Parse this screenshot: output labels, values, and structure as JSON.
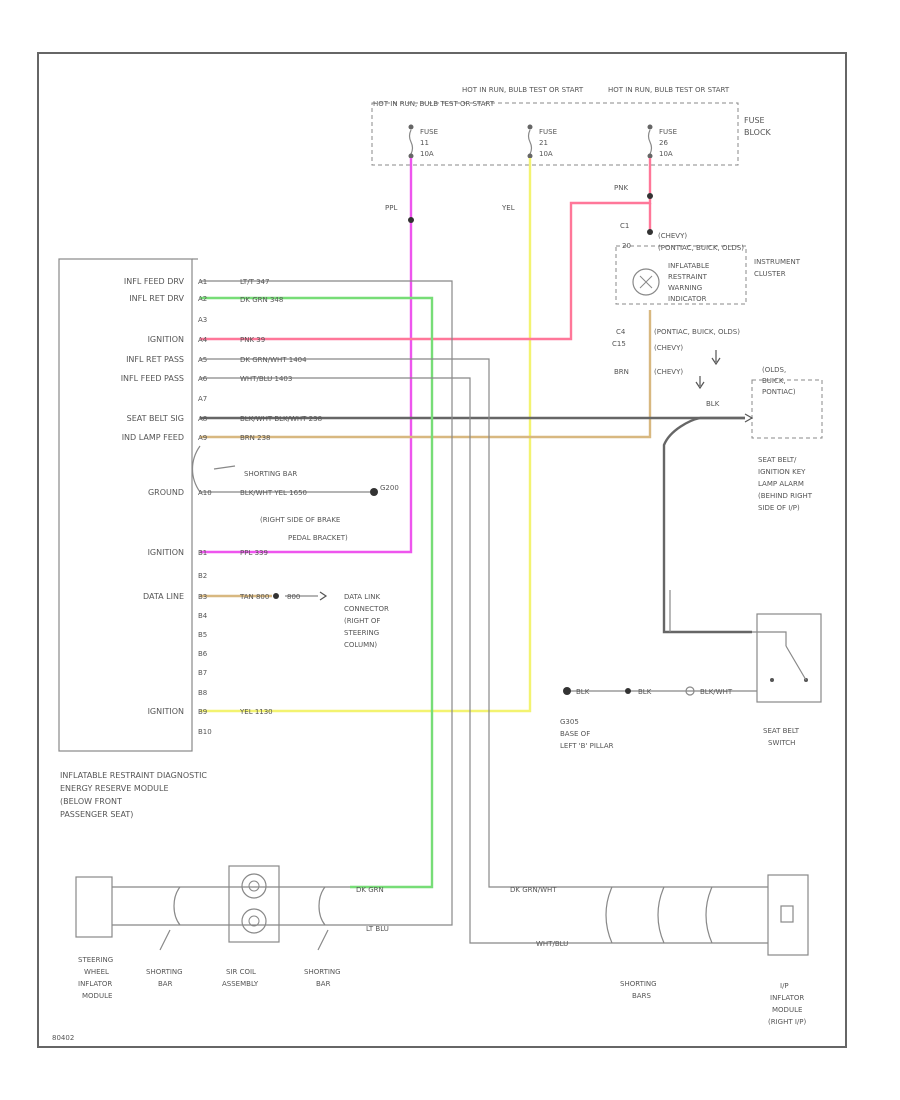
{
  "colors": {
    "pink": "#ff7799",
    "magenta": "#ee55ee",
    "yellow": "#f3f370",
    "green": "#77dd77",
    "lightgreen": "#99dd99",
    "tan": "#d8b880",
    "gray": "#888888",
    "darkgray": "#555555",
    "white": "#cccccc"
  },
  "fuse_block": {
    "headers": [
      "HOT IN RUN, BULB TEST OR START",
      "HOT IN RUN, BULB TEST OR START",
      "HOT IN RUN, BULB TEST OR START"
    ],
    "fuses": [
      {
        "label": "FUSE",
        "number": "11",
        "amp": "10A"
      },
      {
        "label": "FUSE",
        "number": "21",
        "amp": "10A"
      },
      {
        "label": "FUSE",
        "number": "26",
        "amp": "10A"
      }
    ],
    "title_line1": "FUSE",
    "title_line2": "BLOCK"
  },
  "wires": {
    "ppl": "PPL",
    "yel": "YEL",
    "pnk": "PNK"
  },
  "instrument_cluster": {
    "connector_c1": "C1",
    "connector_pin": "20",
    "make_1": "(CHEVY)",
    "make_2": "(PONTIAC, BUICK, OLDS)",
    "label_1": "INFLATABLE",
    "label_2": "RESTRAINT",
    "label_3": "WARNING",
    "label_4": "INDICATOR",
    "cluster_1": "INSTRUMENT",
    "cluster_2": "CLUSTER",
    "c4": "C4",
    "c15": "C15",
    "make_3": "(PONTIAC, BUICK, OLDS)",
    "make_4": "(CHEVY)",
    "make_5": "(CHEVY)",
    "brn": "BRN"
  },
  "module": {
    "title_1": "INFLATABLE RESTRAINT DIAGNOSTIC",
    "title_2": "ENERGY RESERVE MODULE",
    "title_3": "(BELOW FRONT",
    "title_4": "PASSENGER SEAT)",
    "terminals": [
      {
        "label": "INFL FEED DRV",
        "pin": "A1"
      },
      {
        "label": "INFL RET DRV",
        "pin": "A2"
      },
      {
        "label": "",
        "pin": "A3"
      },
      {
        "label": "IGNITION",
        "pin": "A4"
      },
      {
        "label": "INFL RET PASS",
        "pin": "A5"
      },
      {
        "label": "INFL FEED PASS",
        "pin": "A6"
      },
      {
        "label": "",
        "pin": "A7"
      },
      {
        "label": "SEAT BELT SIG",
        "pin": "A8"
      },
      {
        "label": "IND LAMP FEED",
        "pin": "A9"
      },
      {
        "label": "GROUND",
        "pin": "A10"
      },
      {
        "label": "IGNITION",
        "pin": "B1"
      },
      {
        "label": "",
        "pin": "B2"
      },
      {
        "label": "DATA LINE",
        "pin": "B3"
      },
      {
        "label": "",
        "pin": "B4"
      },
      {
        "label": "",
        "pin": "B5"
      },
      {
        "label": "",
        "pin": "B6"
      },
      {
        "label": "",
        "pin": "B7"
      },
      {
        "label": "",
        "pin": "B8"
      },
      {
        "label": "IGNITION",
        "pin": "B9"
      },
      {
        "label": "",
        "pin": "B10"
      }
    ]
  },
  "wire_labels": {
    "a1": "LT/T    347",
    "a2": "DK GRN    348",
    "a4": "PNK    39",
    "a5": "DK GRN/WHT    1404",
    "a6": "WHT/BLU    1403",
    "a8": "BLK/WHT BLK/WHT    238",
    "a9": "BRN    238",
    "a10": "BLK/WHT YEL    1650",
    "b1": "PPL    339",
    "b3": "TAN    800",
    "b9": "YEL    1130"
  },
  "shorting_bar_label": "SHORTING BAR",
  "ground_g200": "G200",
  "ground_location_1": "(RIGHT SIDE OF BRAKE",
  "ground_location_2": "PEDAL BRACKET)",
  "data_link": {
    "code": "800",
    "line1": "DATA LINK",
    "line2": "CONNECTOR",
    "line3": "(RIGHT OF",
    "line4": "STEERING",
    "line5": "COLUMN)"
  },
  "makes_right": {
    "line1": "(OLDS,",
    "line2": "BUICK,",
    "line3": "PONTIAC)"
  },
  "blk_label": "BLK",
  "seat_belt_module": {
    "line1": "SEAT BELT/",
    "line2": "IGNITION KEY",
    "line3": "LAMP ALARM",
    "line4": "(BEHIND RIGHT",
    "line5": "SIDE OF I/P)"
  },
  "seat_belt_switch": {
    "line1": "SEAT BELT",
    "line2": "SWITCH"
  },
  "ground_g305": {
    "code": "G305",
    "line1": "BASE OF",
    "line2": "LEFT 'B' PILLAR",
    "blk1": "BLK",
    "blk2": "BLK",
    "blkwht": "BLK/WHT"
  },
  "bottom_left": {
    "swim_line1": "STEERING",
    "swim_line2": "WHEEL",
    "swim_line3": "INFLATOR",
    "swim_line4": "MODULE",
    "sb_line1": "SHORTING",
    "sb_line2": "BAR",
    "coil_line1": "SIR COIL",
    "coil_line2": "ASSEMBLY",
    "sb2_line1": "SHORTING",
    "sb2_line2": "BAR",
    "dk_grn": "DK GRN",
    "lt_blu": "LT BLU"
  },
  "bottom_right": {
    "dk_grn": "DK GRN/WHT",
    "wht_blu": "WHT/BLU",
    "sb_line1": "SHORTING",
    "sb_line2": "BARS",
    "ip_line1": "I/P",
    "ip_line2": "INFLATOR",
    "ip_line3": "MODULE",
    "ip_line4": "(RIGHT I/P)"
  },
  "footer_code": "80402"
}
